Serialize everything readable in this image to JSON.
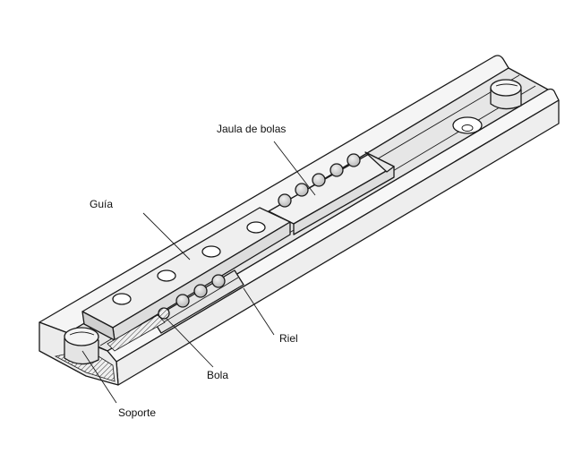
{
  "labels": {
    "ball_cage": "Jaula de bolas",
    "guide": "Guía",
    "rail": "Riel",
    "ball": "Bola",
    "support": "Soporte"
  },
  "colors": {
    "outline": "#1a1a1a",
    "rail_face": "#eeeeee",
    "rail_top": "#f7f7f7",
    "rail_shadow": "#d9d9d9",
    "guide_face": "#e9e9e9",
    "ball_fill": "#d4d4d4",
    "background": "#ffffff"
  }
}
